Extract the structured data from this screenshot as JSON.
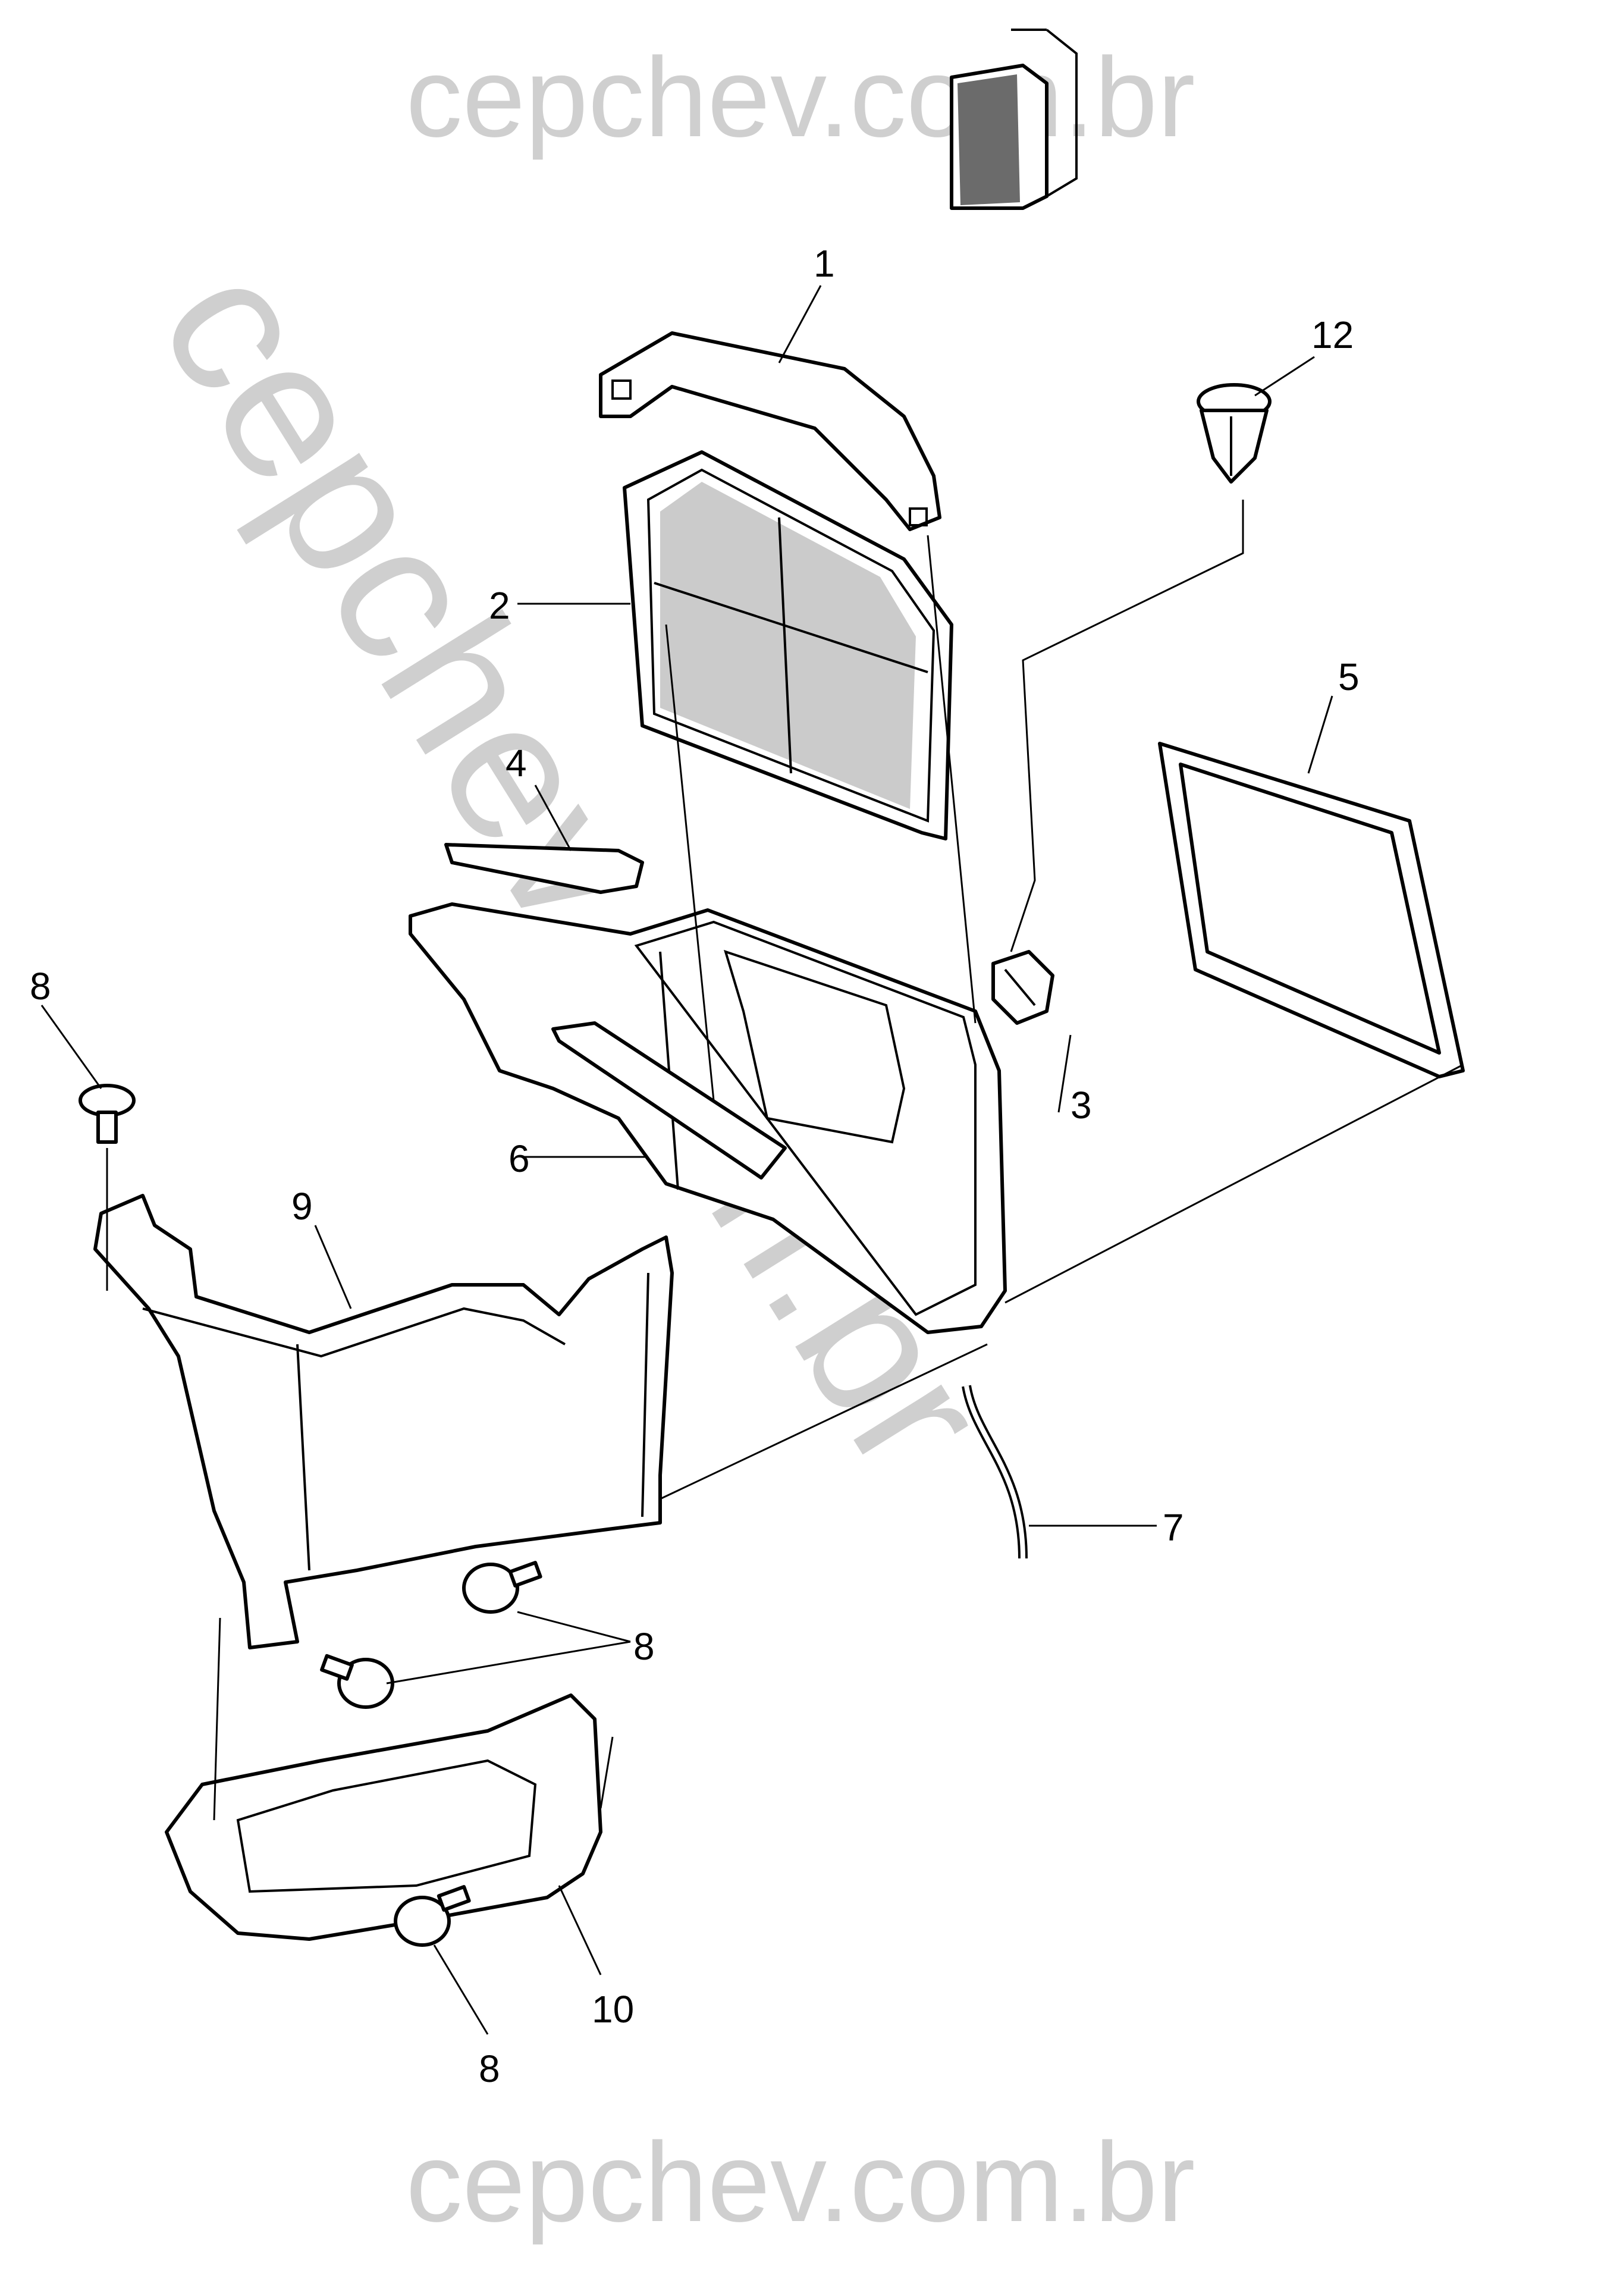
{
  "watermarks": {
    "top": "cepchev.com.br",
    "diagonal": "cepchev.com.br",
    "bottom": "cepchev.com.br"
  },
  "callouts": {
    "c1": "1",
    "c2": "2",
    "c3": "3",
    "c4": "4",
    "c5": "5",
    "c6": "6",
    "c7": "7",
    "c8a": "8",
    "c8b": "8",
    "c8c": "8",
    "c9": "9",
    "c10": "10",
    "c12": "12"
  }
}
